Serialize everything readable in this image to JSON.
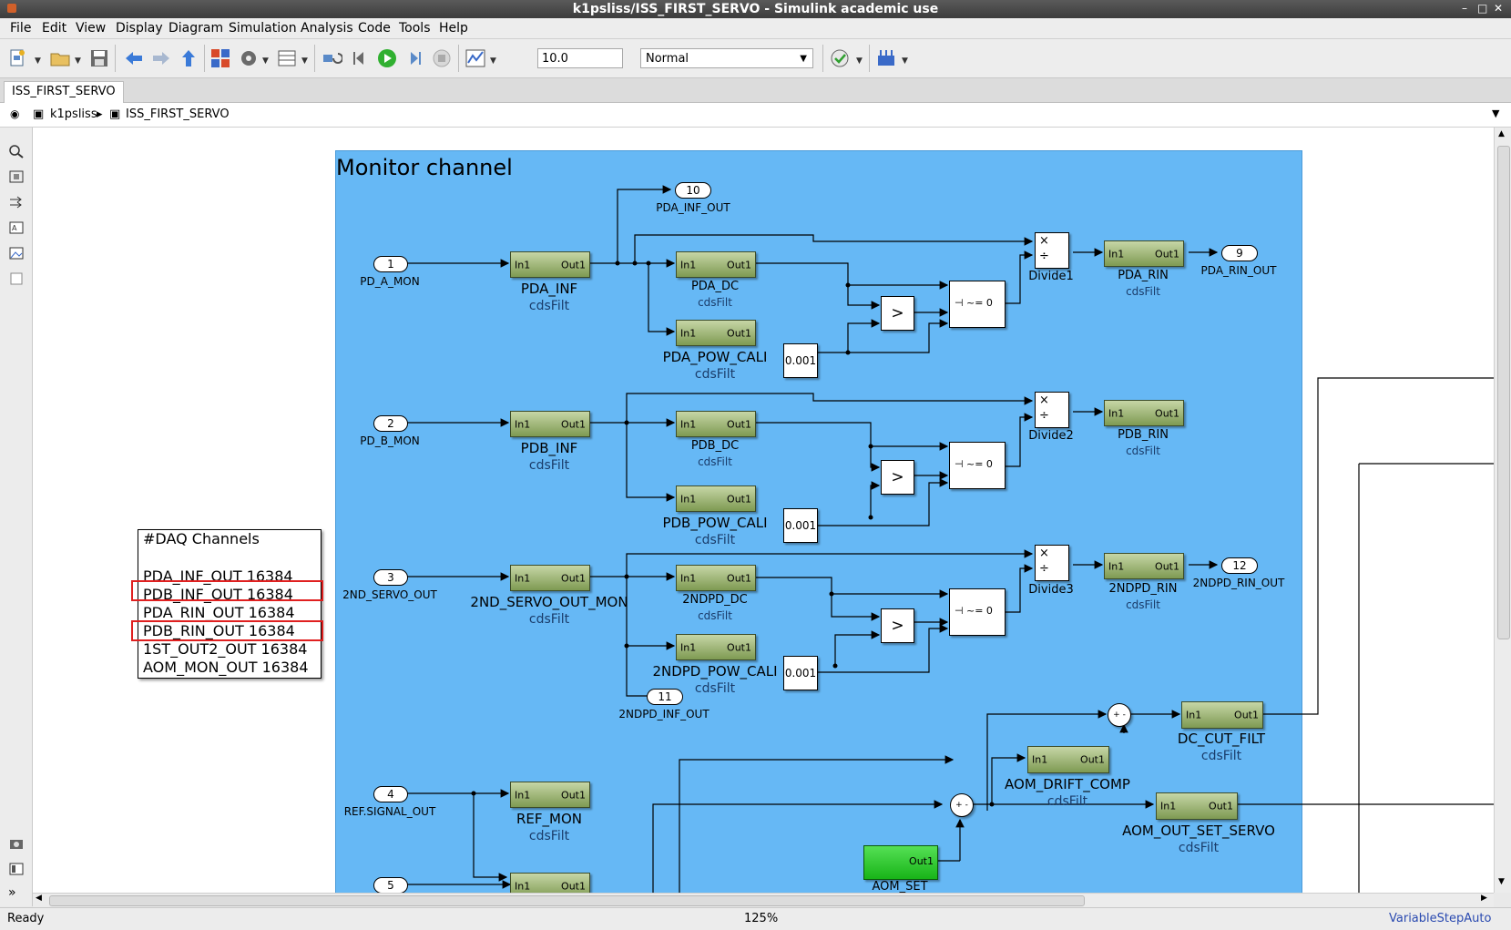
{
  "window": {
    "title": "k1psliss/ISS_FIRST_SERVO - Simulink academic use",
    "controls": [
      "–",
      "□",
      "✕"
    ]
  },
  "menu": [
    "File",
    "Edit",
    "View",
    "Display",
    "Diagram",
    "Simulation",
    "Analysis",
    "Code",
    "Tools",
    "Help"
  ],
  "toolbar": {
    "stop_time": "10.0",
    "sim_mode": "Normal"
  },
  "tab": {
    "label": "ISS_FIRST_SERVO"
  },
  "breadcrumb": {
    "root": "k1psliss",
    "sep": "▸",
    "current": "ISS_FIRST_SERVO"
  },
  "diagram": {
    "area_title": "Monitor channel",
    "inports": [
      {
        "num": "1",
        "label": "PD_A_MON"
      },
      {
        "num": "2",
        "label": "PD_B_MON"
      },
      {
        "num": "3",
        "label": "2ND_SERVO_OUT"
      },
      {
        "num": "4",
        "label": "REF.SIGNAL_OUT"
      },
      {
        "num": "5",
        "label": ""
      }
    ],
    "outports": [
      {
        "num": "10",
        "label": "PDA_INF_OUT"
      },
      {
        "num": "9",
        "label": "PDA_RIN_OUT"
      },
      {
        "num": "12",
        "label": "2NDPD_RIN_OUT"
      },
      {
        "num": "11",
        "label": "2NDPD_INF_OUT"
      }
    ],
    "port_in": "In1",
    "port_out": "Out1",
    "lib": "cdsFilt",
    "blocks": {
      "pda_inf": "PDA_INF",
      "pda_dc": "PDA_DC",
      "pda_pow_cali": "PDA_POW_CALI",
      "pda_rin": "PDA_RIN",
      "pdb_inf": "PDB_INF",
      "pdb_dc": "PDB_DC",
      "pdb_pow_cali": "PDB_POW_CALI",
      "pdb_rin": "PDB_RIN",
      "servo_mon": "2ND_SERVO_OUT_MON",
      "nd_dc": "2NDPD_DC",
      "nd_pow_cali": "2NDPD_POW_CALI",
      "nd_rin": "2NDPD_RIN",
      "ref_mon": "REF_MON",
      "dc_cut": "DC_CUT_FILT",
      "aom_drift": "AOM_DRIFT_COMP",
      "aom_out": "AOM_OUT_SET_SERVO",
      "aom_set": "AOM_SET"
    },
    "divides": [
      "Divide1",
      "Divide2",
      "Divide3"
    ],
    "constant": "0.001",
    "relop": ">",
    "switch_cond": "~= 0",
    "sum_signs": "+ -"
  },
  "daq_note": {
    "title": "#DAQ Channels",
    "lines": [
      "PDA_INF_OUT 16384",
      "PDB_INF_OUT 16384",
      "PDA_RIN_OUT 16384",
      "PDB_RIN_OUT 16384",
      "1ST_OUT2_OUT 16384",
      "AOM_MON_OUT 16384"
    ]
  },
  "status": {
    "left": "Ready",
    "zoom": "125%",
    "solver": "VariableStepAuto"
  },
  "colors": {
    "area": "#66b8f5",
    "highlight": "#e02020",
    "filter_block": "#9bb070",
    "aom_set": "#2fc82f"
  }
}
